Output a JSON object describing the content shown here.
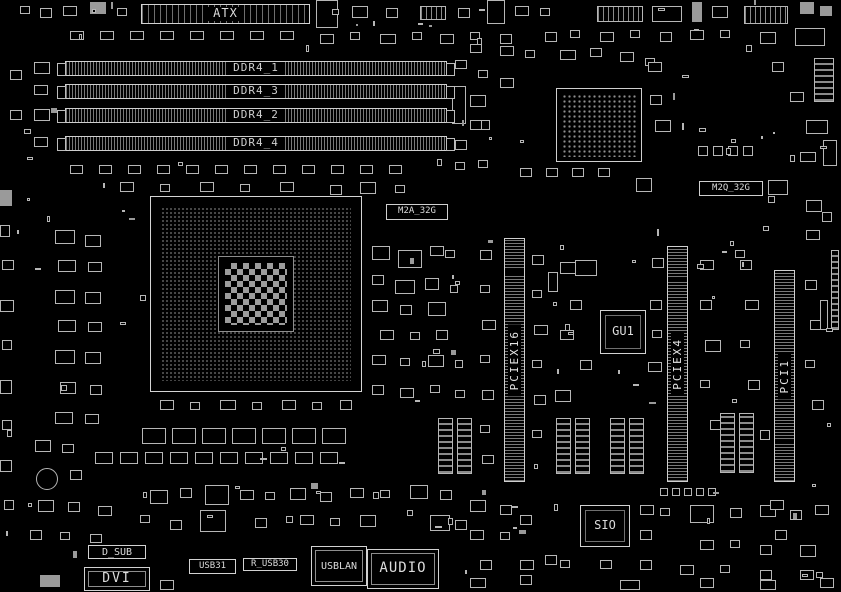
{
  "colors": {
    "background": "#000000",
    "outline": "#cccccc",
    "hatch": "#808080",
    "text": "#dcdcdc"
  },
  "labels": {
    "atx": "ATX",
    "m2a": "M2A_32G",
    "m2q": "M2Q_32G",
    "pciex16": "PCIEX16",
    "pciex4": "PCIEX4",
    "pci1": "PCI1",
    "gu1": "GU1",
    "sio": "SIO",
    "d_sub": "D_SUB",
    "dvi": "DVI",
    "usb31": "USB31",
    "r_usb30": "R_USB30",
    "usblan": "USBLAN",
    "audio": "AUDIO"
  },
  "dimm_slots": [
    "DDR4_1",
    "DDR4_3",
    "DDR4_2",
    "DDR4_4"
  ]
}
